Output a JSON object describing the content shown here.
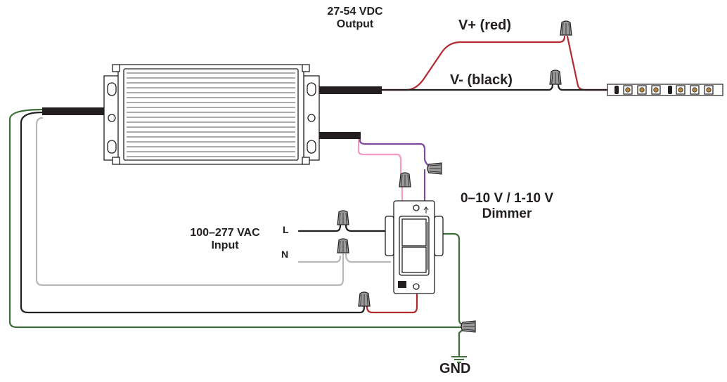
{
  "labels": {
    "output_line1": "27-54 VDC",
    "output_line2": "Output",
    "vplus": "V+ (red)",
    "vminus": "V- (black)",
    "dimmer_line1": "0–10 V / 1-10 V",
    "dimmer_line2": "Dimmer",
    "input_line1": "100–277 VAC",
    "input_line2": "Input",
    "line": "L",
    "neutral": "N",
    "ground": "GND"
  },
  "colors": {
    "red_wire": "#b22a30",
    "black_wire": "#231f20",
    "green_wire": "#3f6e3a",
    "gray_wire": "#b8b8b8",
    "pink_wire": "#f29bc3",
    "purple_wire": "#7b4b9e",
    "outline": "#231f20",
    "led_chip": "#b88a3a"
  }
}
